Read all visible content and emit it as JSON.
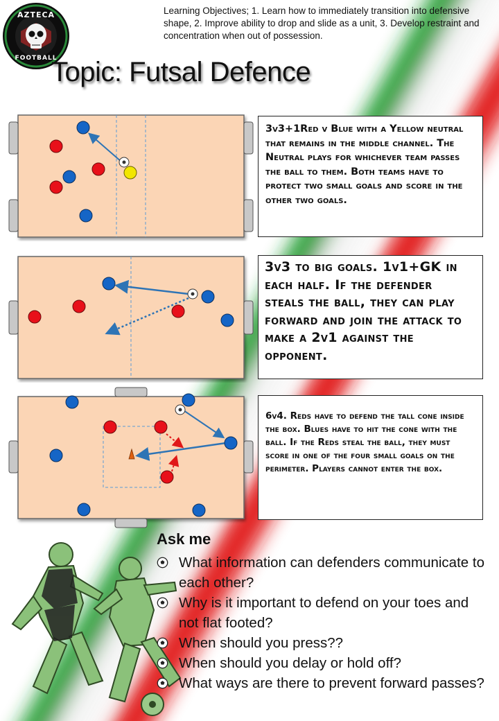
{
  "header": {
    "logo_top": "AZTECA",
    "logo_bottom": "FOOTBALL",
    "objectives": "Learning Objectives; 1. Learn how to immediately transition into defensive shape, 2. Improve ability to drop and slide as a unit, 3. Develop restraint and concentration  when out of possession.",
    "topic": "Topic: Futsal Defence"
  },
  "drills": [
    {
      "description": "3v3+1Red v Blue with a Yellow neutral that remains in the middle channel. The Neutral plays for whichever team passes the ball to them. Both teams have to protect two small goals and score in the other two goals."
    },
    {
      "description": "3v3 to big goals. 1v1+GK in each half. If the defender steals the ball, they can play forward and join the attack to make a 2v1 against the opponent."
    },
    {
      "description": "6v4. Reds have to defend the tall cone inside the box. Blues have to hit the cone with the ball. If the Reds steal the ball, they must score in one of the four small goals on the perimeter. Players cannot enter the box."
    }
  ],
  "ask": {
    "title": "Ask me",
    "questions": [
      "What information can defenders communicate to each other?",
      "Why is it important to defend on your toes and not flat footed?",
      "When should you press??",
      "When should you delay or hold off?",
      "What ways are there to prevent forward passes?"
    ]
  },
  "colors": {
    "pitch": "#fbd5b5",
    "red_player": "#e8101a",
    "blue_player": "#1565c6",
    "neutral": "#f2e600",
    "stripe_green": "#1f9b2e",
    "stripe_red": "#e01818",
    "arrow": "#2e74b5"
  }
}
